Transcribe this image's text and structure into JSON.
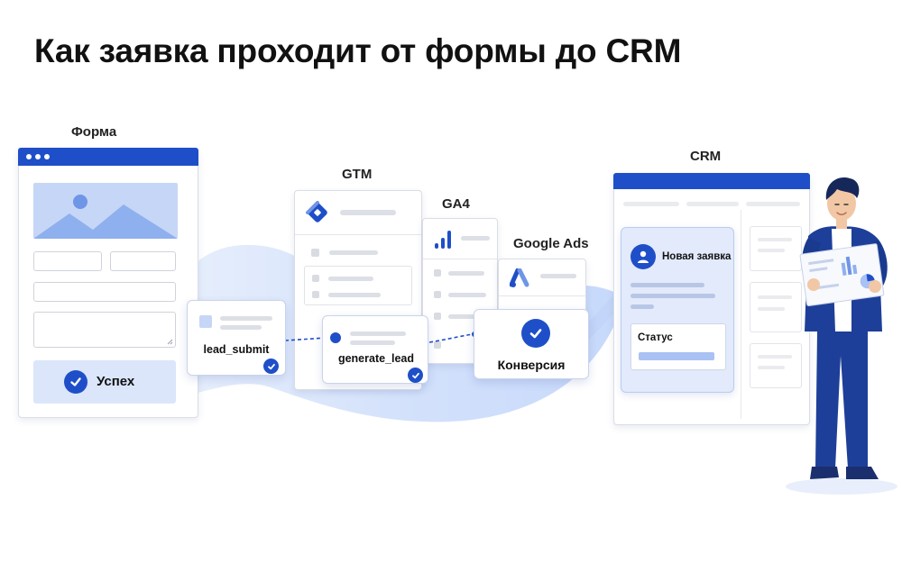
{
  "title": "Как заявка проходит от формы до CRM",
  "form": {
    "label": "Форма",
    "success_label": "Успех"
  },
  "gtm": {
    "label": "GTM"
  },
  "ga4": {
    "label": "GA4"
  },
  "google_ads": {
    "label": "Google Ads"
  },
  "crm": {
    "label": "CRM",
    "new_lead_label": "Новая заявка",
    "status_label": "Статус"
  },
  "events": {
    "lead_submit": "lead_submit",
    "generate_lead": "generate_lead",
    "conversion": "Конверсия"
  },
  "colors": {
    "accent": "#1f4fc8",
    "flow": "#dbe6fb",
    "light_blue": "#a9c1f3"
  }
}
